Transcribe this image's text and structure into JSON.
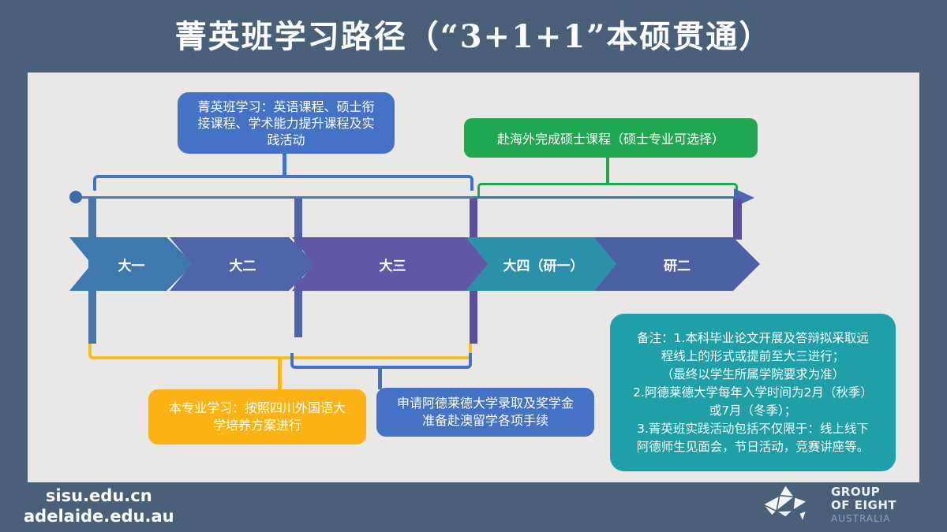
{
  "slide_title": "菁英班学习路径（“3+1+1”本硕贯通）",
  "colors": {
    "background": "#4a5f78",
    "panel": "#e9e8e6",
    "accent_blue": "#4472c4",
    "accent_green": "#1fa850",
    "accent_yellow": "#fcb316",
    "accent_teal": "#1f9fa8"
  },
  "callouts": {
    "elite_study": "菁英班学习：英语课程、硕士衔\n接课程、学术能力提升课程及实\n践活动",
    "overseas_masters": "赴海外完成硕士课程（硕士专业可选择）",
    "major_study": "本专业学习：按照四川外国语大\n学培养方案进行",
    "application": "申请阿德莱德大学录取及奖学金\n准备赴澳留学各项手续"
  },
  "timeline": {
    "stages": [
      {
        "label": "大一",
        "color": "#3e79ae"
      },
      {
        "label": "大二",
        "color": "#5164a9"
      },
      {
        "label": "大三",
        "color": "#6157a7"
      },
      {
        "label": "大四（研一）",
        "color": "#2c90ab"
      },
      {
        "label": "研二",
        "color": "#4d60a4"
      }
    ]
  },
  "notes": "备注：1.本科毕业论文开展及答辩拟采取远\n程线上的形式或提前至大三进行；\n（最终以学生所属学院要求为准）\n2.阿德莱德大学每年入学时间为2月（秋季）\n或7月（冬季）；\n3.菁英班实践活动包括不仅限于：线上线下\n阿德师生见面会，节日活动，竞赛讲座等。",
  "footer": {
    "urls": "sisu.edu.cn\nadelaide.edu.au",
    "logo": {
      "line1": "GROUP",
      "line2": "OF EIGHT",
      "line3": "AUSTRALIA"
    }
  }
}
